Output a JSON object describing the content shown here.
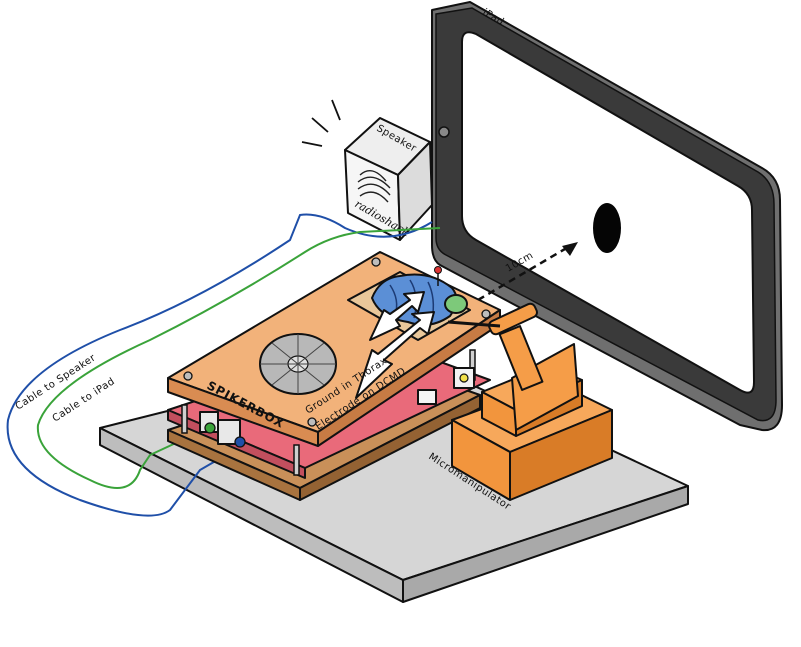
{
  "labels": {
    "speaker": "Speaker",
    "speaker_brand": "radioshack",
    "ipad": "iPad",
    "distance": "10cm",
    "spikerbox": "SPIKERBOX",
    "ground": "Ground in Thorax",
    "electrode": "Electrode on DCMD",
    "cable_speaker": "Cable to Speaker",
    "cable_ipad": "Cable to iPad",
    "micromanipulator": "Micromanipulator"
  },
  "colors": {
    "base": "#d6d6d6",
    "board_orange": "#f2b27a",
    "board_pink": "#e96a7a",
    "wood": "#c99059",
    "manipulator": "#f2953d",
    "cable_blue": "#1f4fa8",
    "cable_green": "#3aa33a",
    "locust": "#5b8fd6",
    "ipad_frame": "#6f6f6f"
  }
}
